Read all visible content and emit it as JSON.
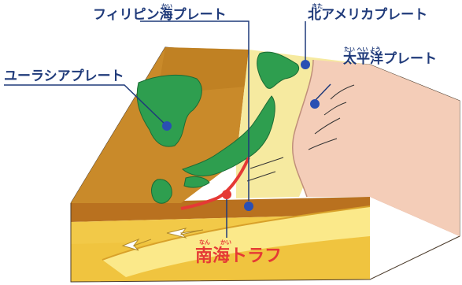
{
  "plates": {
    "philippine": {
      "label": "フィリピン海プレート",
      "ruby": "かい"
    },
    "north_american": {
      "label": "北アメリカプレート",
      "ruby": "きた"
    },
    "pacific": {
      "label": "太平洋プレート",
      "ruby": "たい へい よう"
    },
    "eurasian": {
      "label": "ユーラシアプレート"
    }
  },
  "trough": {
    "label": "南海トラフ",
    "ruby_nan": "なん",
    "ruby_kai": "かい"
  },
  "colors": {
    "label_text": "#1f3a7a",
    "trough_red": "#e53935",
    "eurasian_plate": "#c98a2a",
    "north_american_plate": "#f6eaa0",
    "pacific_plate": "#f4cdb8",
    "land_green": "#2e9e4f",
    "marker_blue": "#2a4fb3"
  }
}
